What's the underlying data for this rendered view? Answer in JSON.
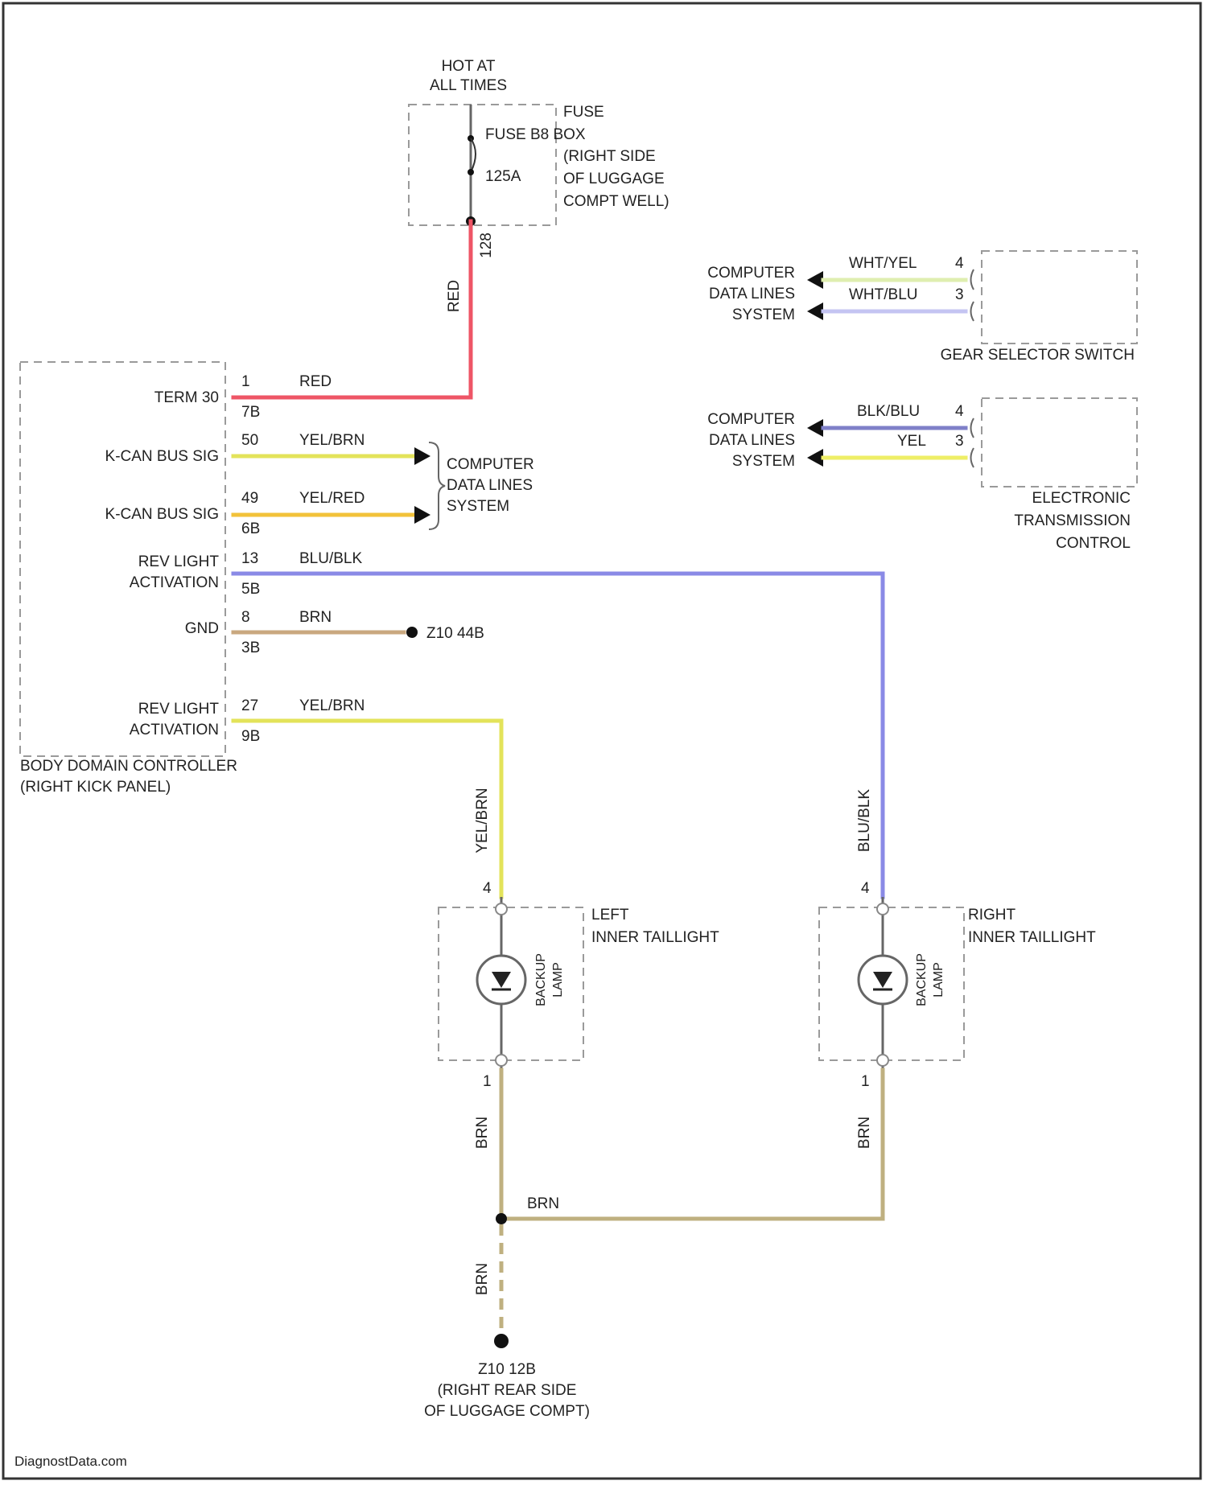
{
  "colors": {
    "RED": "#ee5566",
    "YEL/BRN": "#e3e35a",
    "YEL/RED": "#f2c23a",
    "BLU/BLK": "#8a8ae6",
    "BRN": "#c9a87f",
    "BRN_GND": "#bfb080",
    "WHT/YEL": "#dfeeb0",
    "WHT/BLU": "#c4c4f2",
    "BLK/BLU": "#7f80c8",
    "YEL": "#eeee66"
  },
  "power": {
    "hot_line1": "HOT AT",
    "hot_line2": "ALL TIMES",
    "fuse_label_1": "FUSE",
    "fuse_label_2": "FUSE B8 BOX",
    "fuse_label_3": "(RIGHT SIDE",
    "fuse_label_4": "OF LUGGAGE",
    "fuse_label_5": "COMPT WELL)",
    "fuse_rating": "125A",
    "fuse_pin": "128",
    "vertical_wire_label": "RED"
  },
  "bdc": {
    "name_line1": "BODY DOMAIN CONTROLLER",
    "name_line2": "(RIGHT KICK PANEL)",
    "pins": [
      {
        "label": "TERM 30",
        "pin_top": "1",
        "pin_bot": "7B",
        "wire": "RED"
      },
      {
        "label": "K-CAN BUS SIG",
        "pin_top": "50",
        "pin_bot": "",
        "wire": "YEL/BRN"
      },
      {
        "label": "K-CAN BUS SIG",
        "pin_top": "49",
        "pin_bot": "6B",
        "wire": "YEL/RED"
      },
      {
        "label1": "REV LIGHT",
        "label2": "ACTIVATION",
        "pin_top": "13",
        "pin_bot": "5B",
        "wire": "BLU/BLK"
      },
      {
        "label": "GND",
        "pin_top": "8",
        "pin_bot": "3B",
        "wire": "BRN"
      },
      {
        "label1": "REV LIGHT",
        "label2": "ACTIVATION",
        "pin_top": "27",
        "pin_bot": "9B",
        "wire": "YEL/BRN"
      }
    ],
    "cdl_line1": "COMPUTER",
    "cdl_line2": "DATA LINES",
    "cdl_line3": "SYSTEM",
    "ground_label": "Z10 44B"
  },
  "gear_selector": {
    "name": "GEAR SELECTOR SWITCH",
    "cdl_line1": "COMPUTER",
    "cdl_line2": "DATA LINES",
    "cdl_line3": "SYSTEM",
    "wire1": "WHT/YEL",
    "pin1": "4",
    "wire2": "WHT/BLU",
    "pin2": "3"
  },
  "etc": {
    "name_line1": "ELECTRONIC",
    "name_line2": "TRANSMISSION",
    "name_line3": "CONTROL",
    "cdl_line1": "COMPUTER",
    "cdl_line2": "DATA LINES",
    "cdl_line3": "SYSTEM",
    "wire1": "BLK/BLU",
    "pin1": "4",
    "wire2": "YEL",
    "pin2": "3"
  },
  "left_taillight": {
    "name_line1": "LEFT",
    "name_line2": "INNER TAILLIGHT",
    "lamp_line1": "BACKUP",
    "lamp_line2": "LAMP",
    "wire_in": "YEL/BRN",
    "pin_in": "4",
    "wire_out": "BRN",
    "pin_out": "1"
  },
  "right_taillight": {
    "name_line1": "RIGHT",
    "name_line2": "INNER TAILLIGHT",
    "lamp_line1": "BACKUP",
    "lamp_line2": "LAMP",
    "wire_in": "BLU/BLK",
    "pin_in": "4",
    "wire_out": "BRN",
    "pin_out": "1"
  },
  "ground": {
    "splice_wire": "BRN",
    "drop_wire": "BRN",
    "label1": "Z10 12B",
    "label2": "(RIGHT REAR SIDE",
    "label3": "OF LUGGAGE COMPT)"
  },
  "footer": {
    "brand": "DiagnostData.com"
  }
}
